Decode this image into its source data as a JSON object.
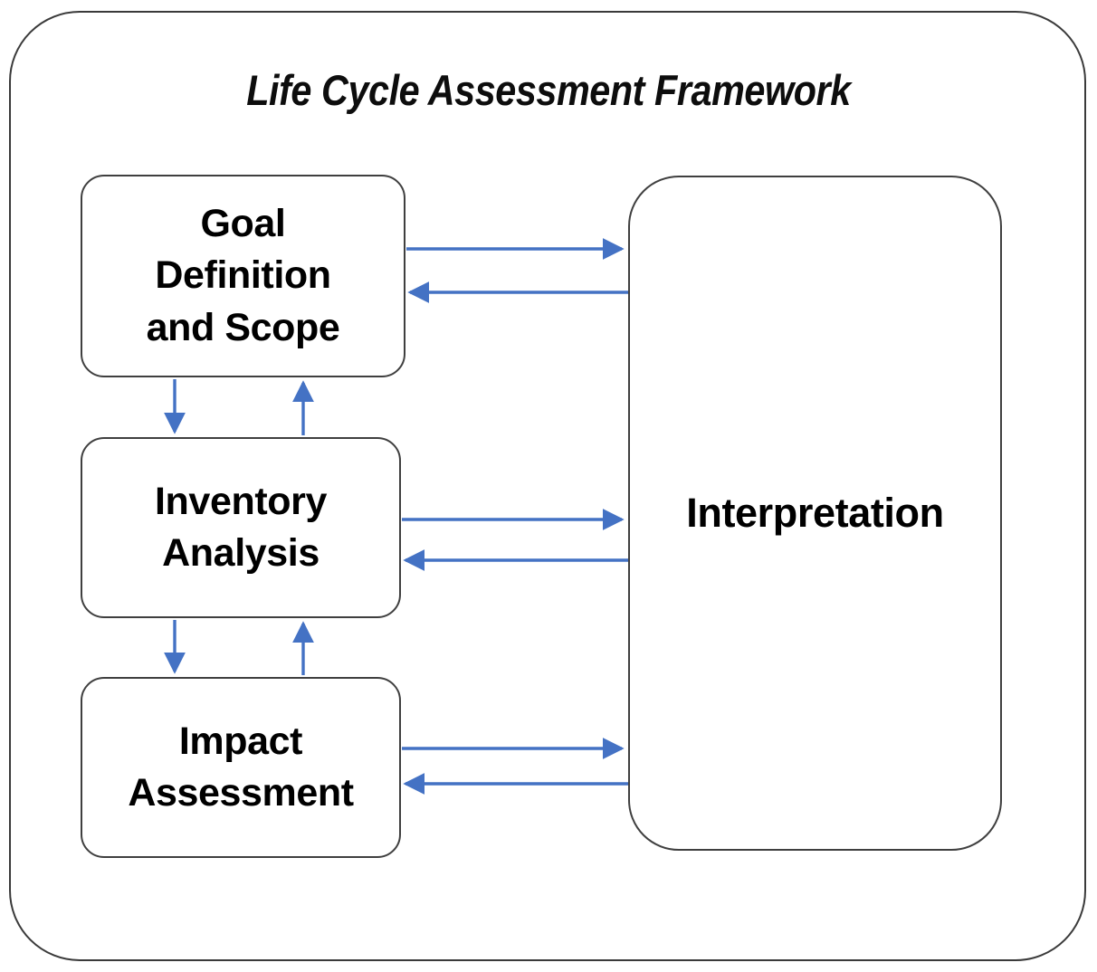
{
  "diagram": {
    "title": "Life Cycle Assessment Framework",
    "colors": {
      "arrow": "#4472C4",
      "box_border": "#3F3F3F",
      "frame_border": "#3A3A3A",
      "background": "#FFFFFF",
      "text": "#000000"
    },
    "nodes": [
      {
        "id": "goal",
        "label": "Goal\nDefinition\nand Scope"
      },
      {
        "id": "inventory",
        "label": "Inventory\nAnalysis"
      },
      {
        "id": "impact",
        "label": "Impact\nAssessment"
      },
      {
        "id": "interpretation",
        "label": "Interpretation"
      }
    ],
    "edges": [
      {
        "id": "goal-to-interpretation",
        "from": "goal",
        "to": "interpretation",
        "direction": "right"
      },
      {
        "id": "interpretation-to-goal",
        "from": "interpretation",
        "to": "goal",
        "direction": "left"
      },
      {
        "id": "inventory-to-interpretation",
        "from": "inventory",
        "to": "interpretation",
        "direction": "right"
      },
      {
        "id": "interpretation-to-inventory",
        "from": "interpretation",
        "to": "inventory",
        "direction": "left"
      },
      {
        "id": "impact-to-interpretation",
        "from": "impact",
        "to": "interpretation",
        "direction": "right"
      },
      {
        "id": "interpretation-to-impact",
        "from": "interpretation",
        "to": "impact",
        "direction": "left"
      },
      {
        "id": "goal-to-inventory",
        "from": "goal",
        "to": "inventory",
        "direction": "down"
      },
      {
        "id": "inventory-to-goal",
        "from": "inventory",
        "to": "goal",
        "direction": "up"
      },
      {
        "id": "inventory-to-impact",
        "from": "inventory",
        "to": "impact",
        "direction": "down"
      },
      {
        "id": "impact-to-inventory",
        "from": "impact",
        "to": "inventory",
        "direction": "up"
      }
    ]
  }
}
